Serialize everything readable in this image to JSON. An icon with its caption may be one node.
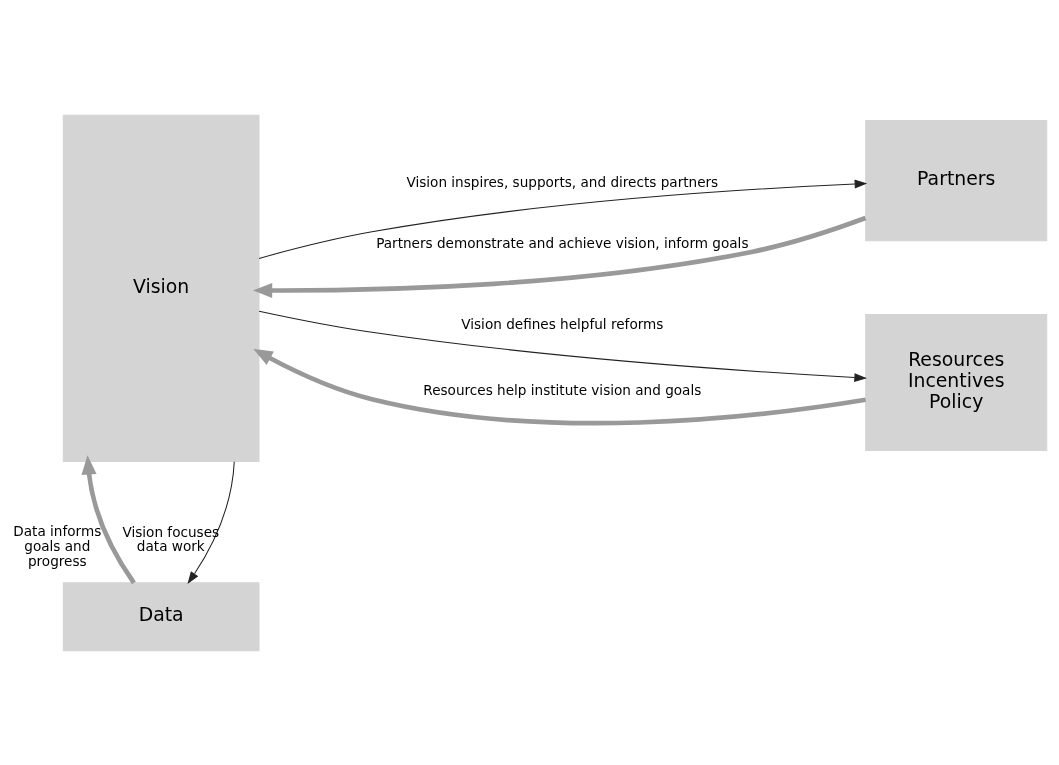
{
  "diagram": {
    "nodes": [
      {
        "text": [
          "Vision"
        ]
      },
      {
        "text": [
          "Partners"
        ]
      },
      {
        "text": [
          "Resources Incentives Policy"
        ]
      },
      {
        "text": [
          "Data"
        ]
      }
    ],
    "edges": [
      {
        "from": 0,
        "to": 1,
        "arrow": "to",
        "label": "Vision inspires, supports, and directs partners"
      },
      {
        "from": 1,
        "to": 0,
        "arrow": "to",
        "label": "Partners demonstrate and achieve vision, inform goals",
        "style": "thick",
        "color": "#999999"
      },
      {
        "from": 0,
        "to": 2,
        "arrow": "to",
        "label": "Vision defines helpful reforms"
      },
      {
        "from": 2,
        "to": 0,
        "arrow": "to",
        "label": "Resources help institute vision and goals",
        "style": "thick",
        "color": "#999999"
      },
      {
        "from": 0,
        "to": 3,
        "arrow": "to",
        "label": "Vision focuses data work"
      },
      {
        "from": 3,
        "to": 0,
        "arrow": "to",
        "label": "Data informs goals and progress",
        "style": "thick",
        "color": "#999999"
      }
    ]
  }
}
